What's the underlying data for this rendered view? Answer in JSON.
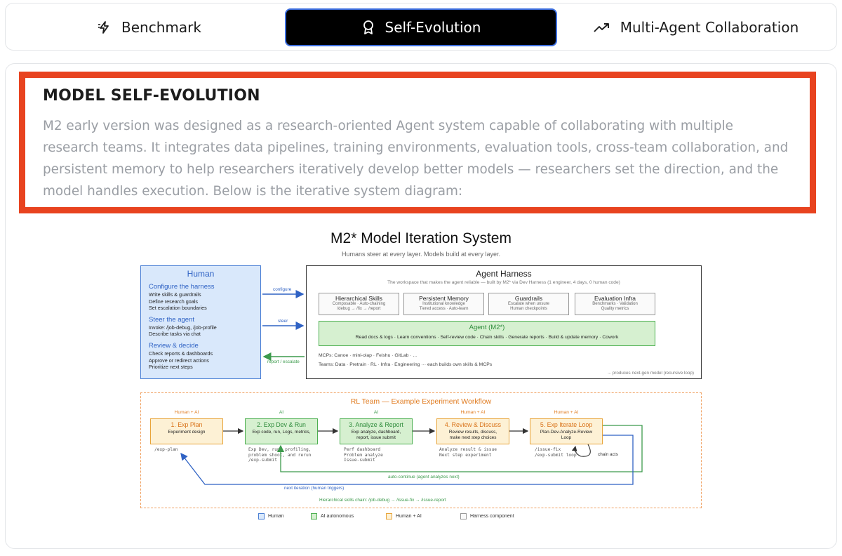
{
  "tabs": [
    {
      "label": "Benchmark",
      "icon": "lightning-icon"
    },
    {
      "label": "Self-Evolution",
      "icon": "award-icon",
      "active": true
    },
    {
      "label": "Multi-Agent Collaboration",
      "icon": "trending-up-icon"
    }
  ],
  "section": {
    "title": "MODEL SELF-EVOLUTION",
    "body": "M2 early version was designed as a research-oriented Agent system capable of collaborating with multiple research teams. It integrates data pipelines, training environments, evaluation tools, cross-team collaboration, and persistent memory to help researchers iteratively develop better models — researchers set the direction, and the model handles execution. Below is the iterative system diagram:"
  },
  "colors": {
    "highlight": "#e8431f",
    "active_tab": "#000000",
    "active_tab_border": "#3d6fe0"
  },
  "diagram": {
    "title": "M2* Model Iteration System",
    "subtitle": "Humans steer at every layer. Models build at every layer.",
    "human": {
      "title": "Human",
      "groups": [
        {
          "title": "Configure the harness",
          "lines": [
            "Write skills & guardrails",
            "Define research goals",
            "Set escalation boundaries"
          ]
        },
        {
          "title": "Steer the agent",
          "lines": [
            "Invoke: /job-debug, /job-profile",
            "Describe tasks via chat"
          ]
        },
        {
          "title": "Review & decide",
          "lines": [
            "Check reports & dashboards",
            "Approve or redirect actions",
            "Prioritize next steps"
          ]
        }
      ]
    },
    "arrows": {
      "configure": "configure",
      "steer": "steer",
      "report": "report / escalate"
    },
    "harness": {
      "title": "Agent Harness",
      "subtitle": "The workspace that makes the agent reliable — built by M2* via Dev Harness (1 engineer, 4 days, 0 human code)",
      "components": [
        {
          "name": "Hierarchical Skills",
          "desc1": "Composable · Auto-chaining",
          "desc2": "/debug → /fix → /report"
        },
        {
          "name": "Persistent Memory",
          "desc1": "Institutional knowledge",
          "desc2": "Tiered access · Auto-learn"
        },
        {
          "name": "Guardrails",
          "desc1": "Escalate when unsure",
          "desc2": "Human checkpoints"
        },
        {
          "name": "Evaluation Infra",
          "desc1": "Benchmarks · Validation",
          "desc2": "Quality metrics"
        }
      ],
      "agent": {
        "name": "Agent (M2*)",
        "desc": "Read docs & logs  ·  Learn conventions  ·  Self-review code  ·  Chain skills  ·  Generate reports  ·  Build & update memory  ·  Cowork"
      },
      "mcps": "MCPs: Canoe · mini-olap · Feishu · GitLab · ...",
      "teams": "Teams: Data · Pretrain · RL · Infra · Engineering  ···  each builds own skills & MCPs",
      "produces": "→ produces next-gen model (recursive loop)"
    },
    "workflow": {
      "title": "RL Team — Example Experiment Workflow",
      "steps": [
        {
          "who": "Human + AI",
          "name": "1. Exp Plan",
          "desc": "Experiment design",
          "cmd": "/exp-plan"
        },
        {
          "who": "AI",
          "name": "2. Exp Dev & Run",
          "desc": "Exp code, run, Logs, metrics,",
          "cmd": "Exp Dev, run, profiling,\nproblem shoot, and rerun\n/exp-submit"
        },
        {
          "who": "AI",
          "name": "3. Analyze & Report",
          "desc": "Exp analyze, dashboard,\nreport, issue submit",
          "cmd": "Perf dashboard\nProblem analyze\nIssue-submit"
        },
        {
          "who": "Human + AI",
          "name": "4. Review & Discuss",
          "desc": "Review results, discuss,\nmake next step choices",
          "cmd": "Analyze result & issue\nNext step experiment"
        },
        {
          "who": "Human + AI",
          "name": "5. Exp Iterate Loop",
          "desc": "Plan-Dev-Analyze-Review\nLoop",
          "cmd": "/issue-fix\n/exp-submit loop"
        }
      ],
      "chain_acts": "chain acts",
      "auto_continue": "auto-continue (agent analyzes next)",
      "next_iteration": "next iteration (human triggers)",
      "skills_chain": "Hierarchical skills chain: /job-debug → /issue-fix → /issue-report"
    },
    "legend": [
      {
        "label": "Human",
        "color": "#4a7fd4",
        "fill": "#d9e8fb"
      },
      {
        "label": "AI autonomous",
        "color": "#4caf50",
        "fill": "#d6f0d0"
      },
      {
        "label": "Human + AI",
        "color": "#e8a43a",
        "fill": "#fdf1d5"
      },
      {
        "label": "Harness component",
        "color": "#999999",
        "fill": "#fafafa"
      }
    ]
  }
}
